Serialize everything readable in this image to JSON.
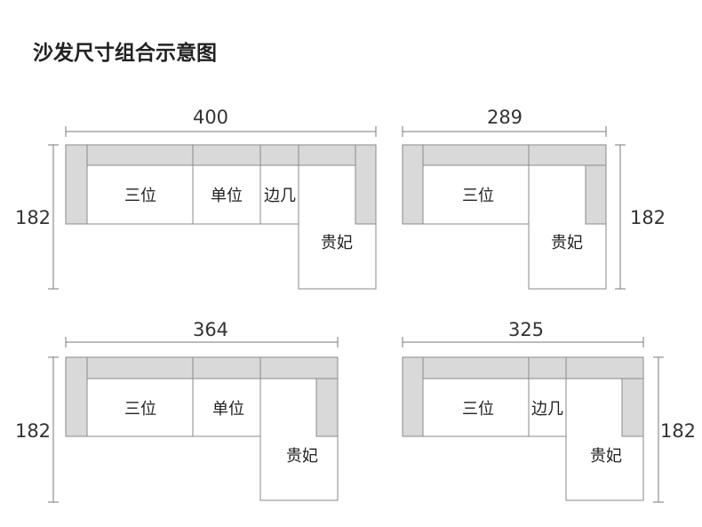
{
  "title": "沙发尺寸组合示意图",
  "colors": {
    "frame": "#d9d9d9",
    "seat": "#ffffff",
    "stroke": "#8a8a8a",
    "text": "#222222"
  },
  "diagrams": [
    {
      "width_label": "400",
      "height_label": "182",
      "seats": [
        "三位",
        "单位",
        "边几",
        "贵妃"
      ]
    },
    {
      "width_label": "289",
      "height_label": "182",
      "seats": [
        "三位",
        "贵妃"
      ]
    },
    {
      "width_label": "364",
      "height_label": "182",
      "seats": [
        "三位",
        "单位",
        "贵妃"
      ]
    },
    {
      "width_label": "325",
      "height_label": "182",
      "seats": [
        "三位",
        "边几",
        "贵妃"
      ]
    }
  ]
}
